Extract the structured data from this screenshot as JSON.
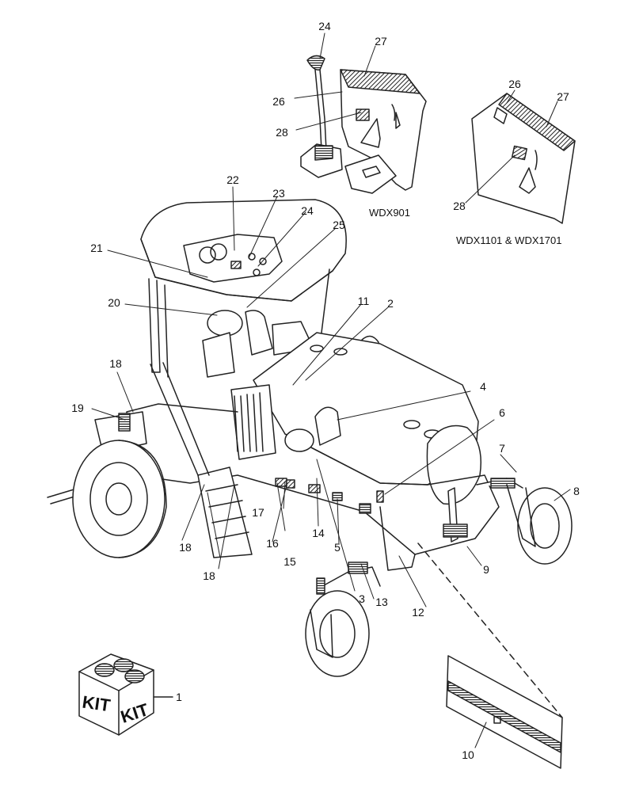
{
  "callouts": {
    "c1": "1",
    "c2": "2",
    "c3": "3",
    "c4": "4",
    "c5": "5",
    "c6": "6",
    "c7": "7",
    "c8": "8",
    "c9": "9",
    "c10": "10",
    "c11": "11",
    "c12": "12",
    "c13": "13",
    "c14": "14",
    "c15": "15",
    "c16": "16",
    "c17": "17",
    "c18a": "18",
    "c18b": "18",
    "c18c": "18",
    "c19": "19",
    "c20": "20",
    "c21": "21",
    "c22": "22",
    "c23": "23",
    "c24a": "24",
    "c24b": "24",
    "c25": "25",
    "c26a": "26",
    "c26b": "26",
    "c27a": "27",
    "c27b": "27",
    "c28a": "28",
    "c28b": "28"
  },
  "captions": {
    "inset_left": "WDX901",
    "inset_right": "WDX1101 & WDX1701"
  },
  "kit": {
    "word": "KIT"
  }
}
